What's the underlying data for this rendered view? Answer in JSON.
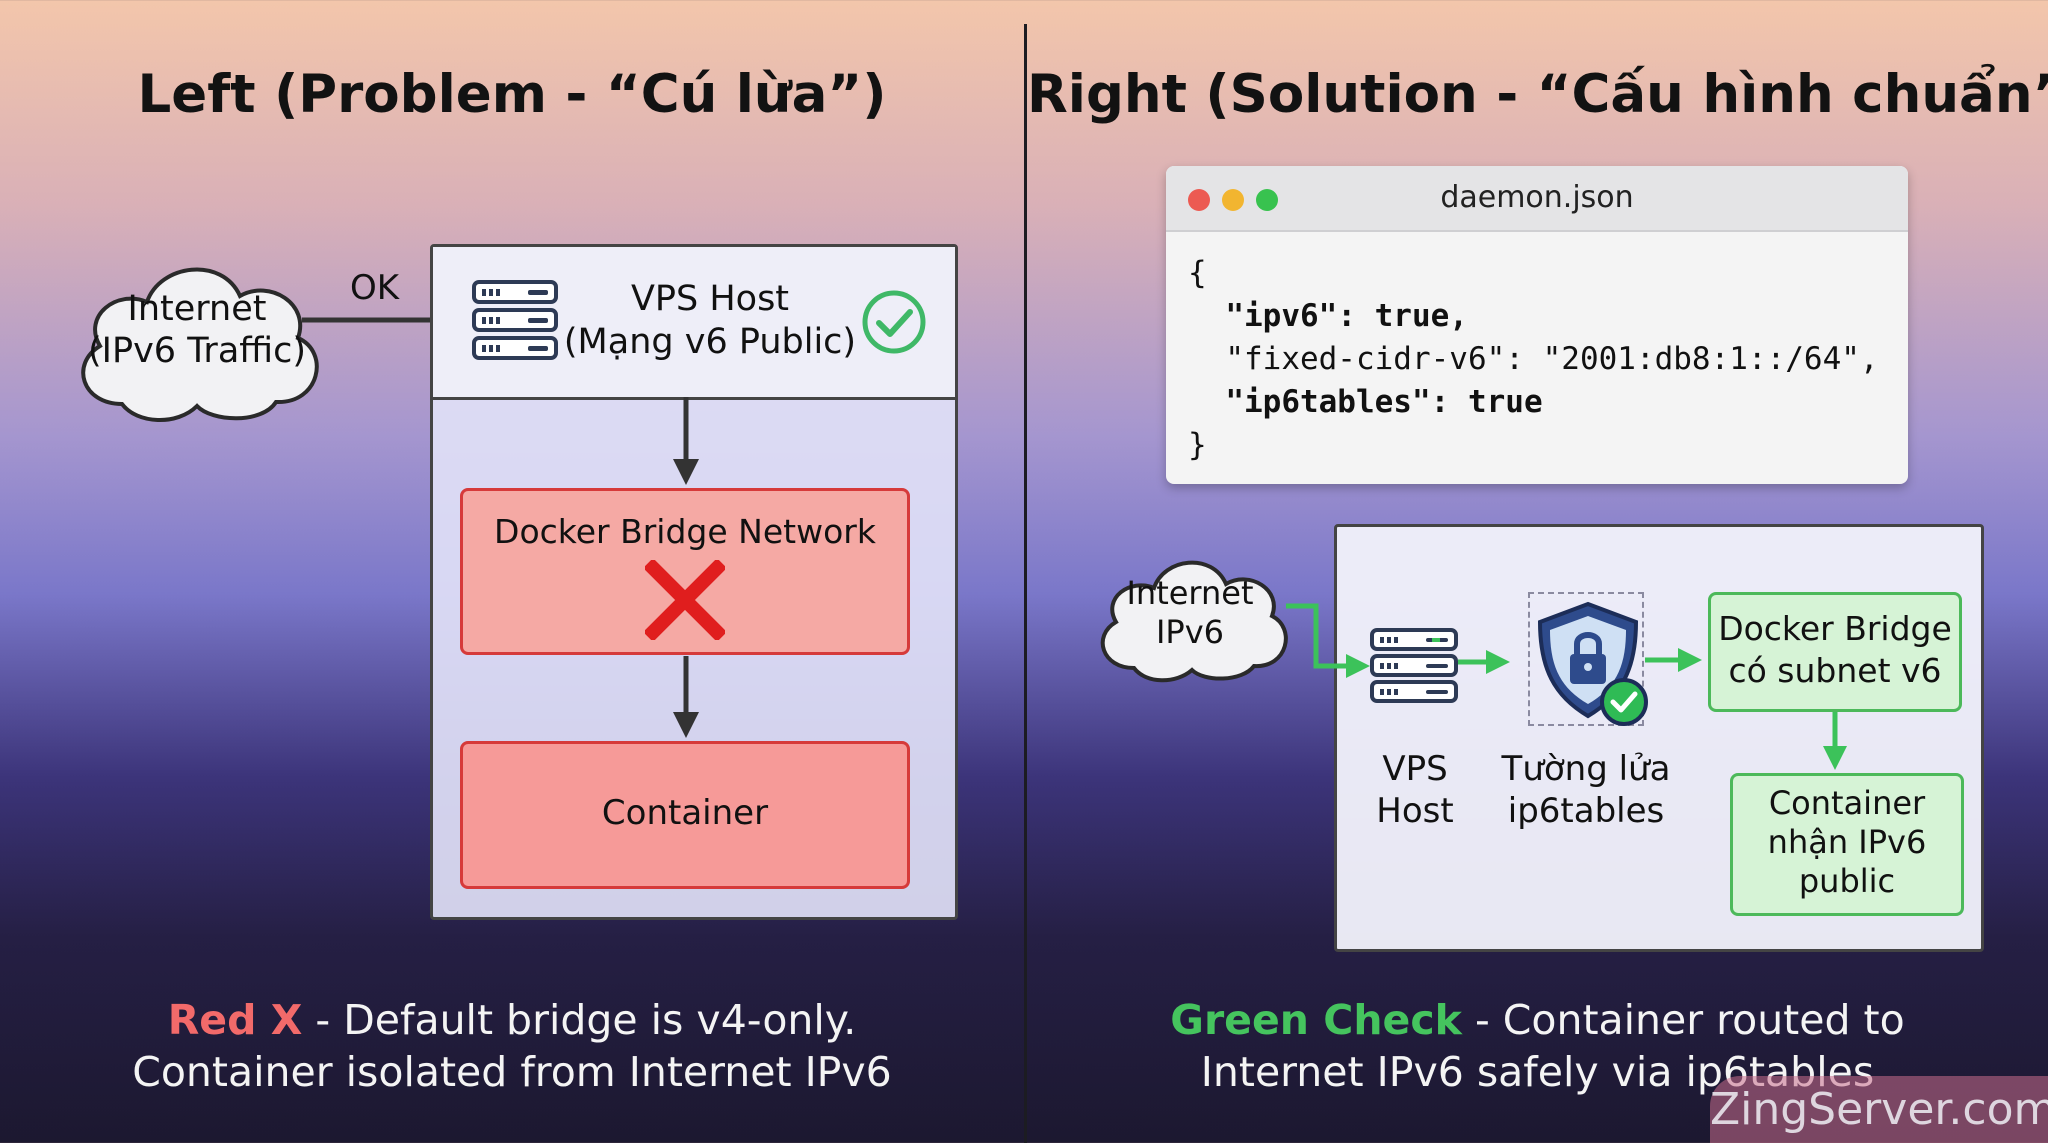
{
  "left": {
    "title": "Left (Problem - “Cú lừa”)",
    "cloud_line1": "Internet",
    "cloud_line2": "(IPv6 Traffic)",
    "ok_label": "OK",
    "vps_line1": "VPS Host",
    "vps_line2": "(Mạng v6 Public)",
    "bridge_label": "Docker Bridge Network",
    "container_label": "Container",
    "caption_highlight": "Red X",
    "caption_rest": " - Default bridge is v4-only.",
    "caption_line2": "Container isolated from Internet IPv6"
  },
  "right": {
    "title": "Right (Solution - “Cấu hình chuẩn”)",
    "code_filename": "daemon.json",
    "code": {
      "open": "{",
      "k1": "\"ipv6\"",
      "v1": ": true,",
      "k2": "\"fixed-cidr-v6\"",
      "v2": ": \"2001:db8:1::/64\",",
      "k3": "\"ip6tables\"",
      "v3": ": true",
      "close": "}"
    },
    "cloud_line1": "Internet",
    "cloud_line2": "IPv6",
    "vps_line1": "VPS",
    "vps_line2": "Host",
    "firewall_line1": "Tường lửa",
    "firewall_line2": "ip6tables",
    "bridge_line1": "Docker Bridge",
    "bridge_line2": "có subnet v6",
    "container_line1": "Container",
    "container_line2": "nhận IPv6",
    "container_line3": "public",
    "caption_highlight": "Green Check",
    "caption_rest": " - Container routed to",
    "caption_line2": "Internet IPv6 safely via ip6tables"
  },
  "watermark": "ZingServer.com",
  "colors": {
    "problem": "#d63a3a",
    "solution": "#4cb95a"
  }
}
